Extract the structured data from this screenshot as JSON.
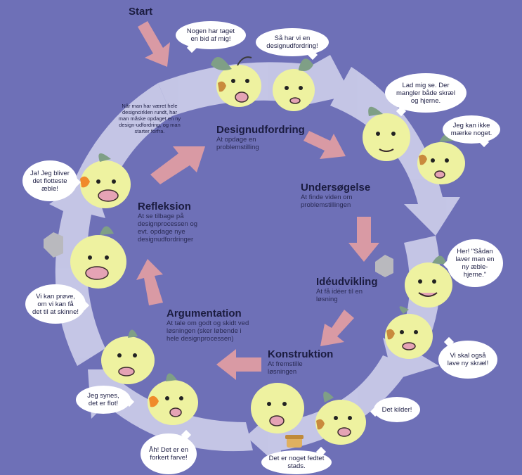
{
  "start_label": "Start",
  "stages": [
    {
      "title": "Designudfordring",
      "desc": "At opdage en problemstilling"
    },
    {
      "title": "Undersøgelse",
      "desc": "At finde viden om problemstillingen"
    },
    {
      "title": "Idéudvikling",
      "desc": "At få idéer til en løsning"
    },
    {
      "title": "Konstruktion",
      "desc": "At fremstille løsningen"
    },
    {
      "title": "Argumentation",
      "desc": "At tale om godt og skidt ved løsningen (sker løbende i hele designprocessen)"
    },
    {
      "title": "Refleksion",
      "desc": "At se tilbage på designprocessen og evt. opdage nye designudfordringer"
    }
  ],
  "cycle_note": "Når man har været hele designcirklen rundt, har man måske opdaget en ny design-udfordring, og man starter forfra.",
  "bubbles": {
    "b1": "Nogen har taget en bid af mig!",
    "b2": "Så har vi en designudfordring!",
    "b3": "Lad mig se. Der mangler både skræl og hjerne.",
    "b4": "Jeg kan ikke mærke noget.",
    "b5": "Her! \"Sådan laver man en ny æble-hjerne.\"",
    "b6": "Vi skal også lave ny skræl!",
    "b7": "Det kilder!",
    "b8": "Det er noget fedtet stads.",
    "b9": "Åh! Det er en forkert farve!",
    "b10": "Jeg synes, det er flot!",
    "b11": "Vi kan prøve, om vi kan få det til at skinne!",
    "b12": "Ja! Jeg bliver det flotteste æble!"
  },
  "colors": {
    "background": "#6e70b7",
    "ring": "#c9cae8",
    "arrow": "#d99aa4",
    "apple": "#eef2a0",
    "leaf": "#7f9f86"
  }
}
